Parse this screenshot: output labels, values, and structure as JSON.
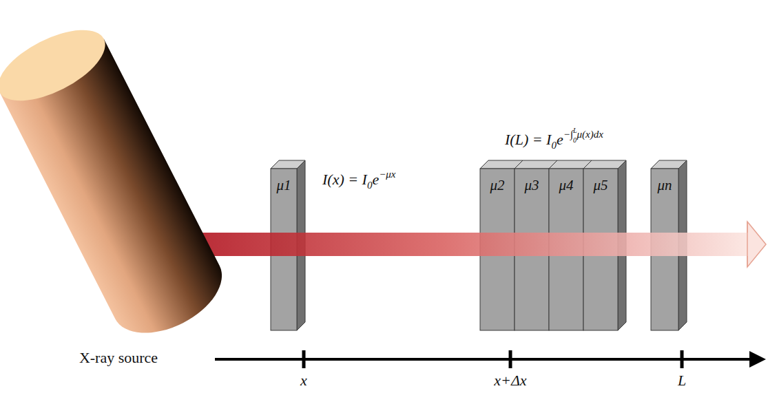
{
  "diagram": {
    "nodes": [
      {
        "text": [
          "μ1"
        ]
      },
      {
        "text": [
          "μ2"
        ]
      },
      {
        "text": [
          "μ3"
        ]
      },
      {
        "text": [
          "μ4"
        ]
      },
      {
        "text": [
          "μ5"
        ]
      },
      {
        "text": [
          "μn"
        ]
      }
    ],
    "labels": [
      "I(x) = I",
      "0",
      "e",
      "−μx",
      "I(L) = I",
      "0",
      "e",
      "−∫",
      "0",
      "L",
      "μ(x)dx",
      "X-ray source",
      "x",
      "x+Δx",
      "L"
    ]
  }
}
